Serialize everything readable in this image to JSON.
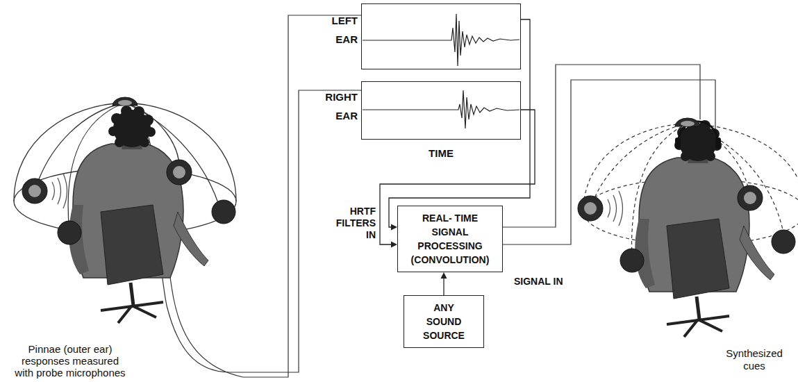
{
  "diagram": {
    "nodes": [
      {
        "text": [
          "LEFT EAR"
        ]
      },
      {
        "text": [
          "RIGHT EAR"
        ]
      },
      {
        "text": [
          "REAL- TIME SIGNAL PROCESSING (CONVOLUTION)"
        ]
      },
      {
        "text": [
          "ANY SOUND SOURCE"
        ]
      }
    ],
    "edges": [
      {
        "from": 0,
        "to": 2,
        "arrow": "to"
      },
      {
        "from": 1,
        "to": 2,
        "arrow": "to"
      },
      {
        "from": 3,
        "to": 2,
        "arrow": "to"
      }
    ],
    "labels": [
      "TIME",
      "HRTF FILTERS IN",
      "SIGNAL IN",
      "Pinnae (outer ear) responses measured with probe microphones",
      "Synthesized cues"
    ]
  }
}
